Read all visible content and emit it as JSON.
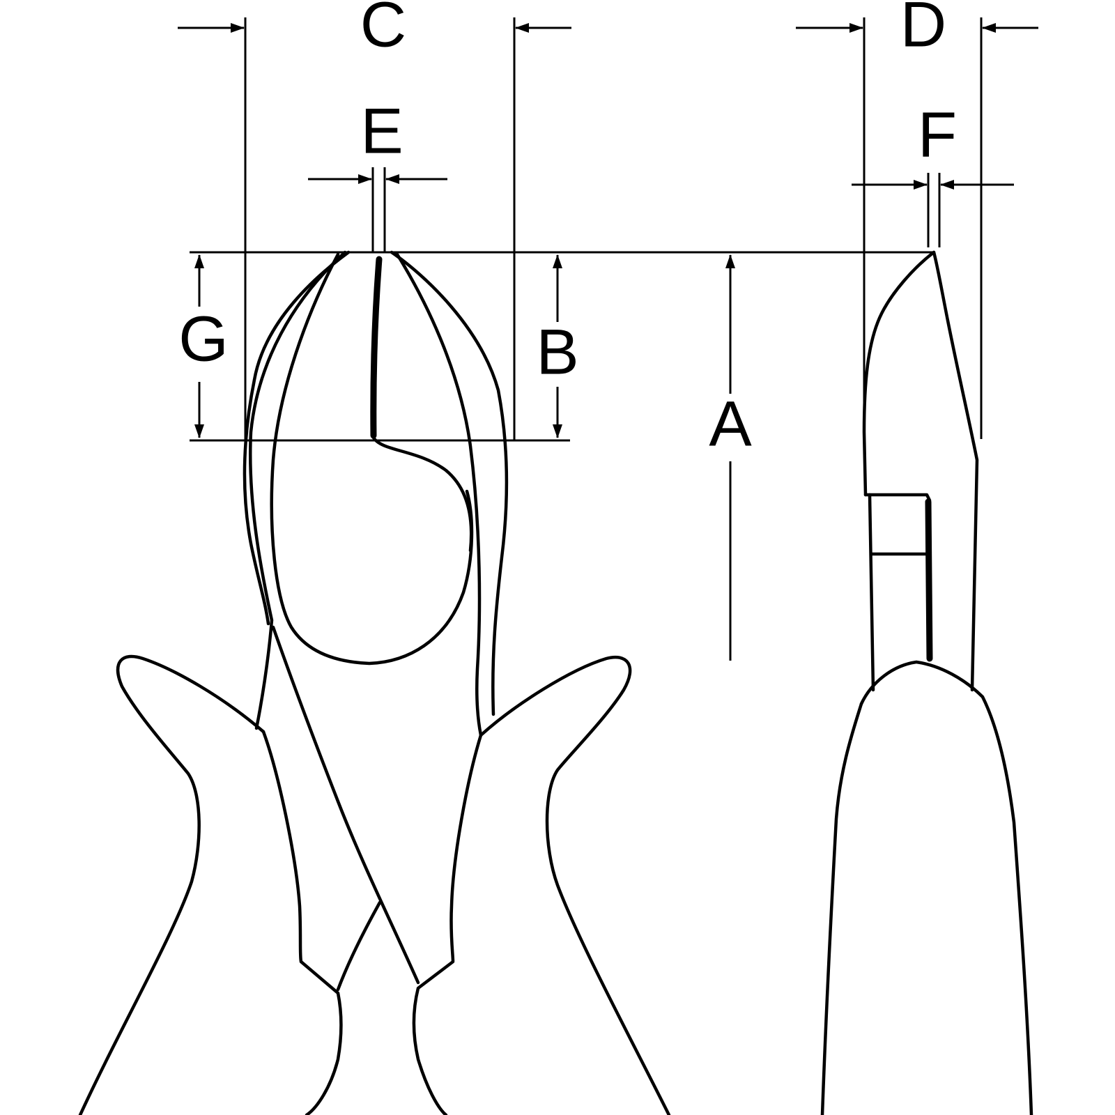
{
  "colors": {
    "ink": "#000000",
    "background": "#ffffff"
  },
  "labels": {
    "a": "A",
    "b": "B",
    "c": "C",
    "d": "D",
    "e": "E",
    "f": "F",
    "g": "G"
  }
}
